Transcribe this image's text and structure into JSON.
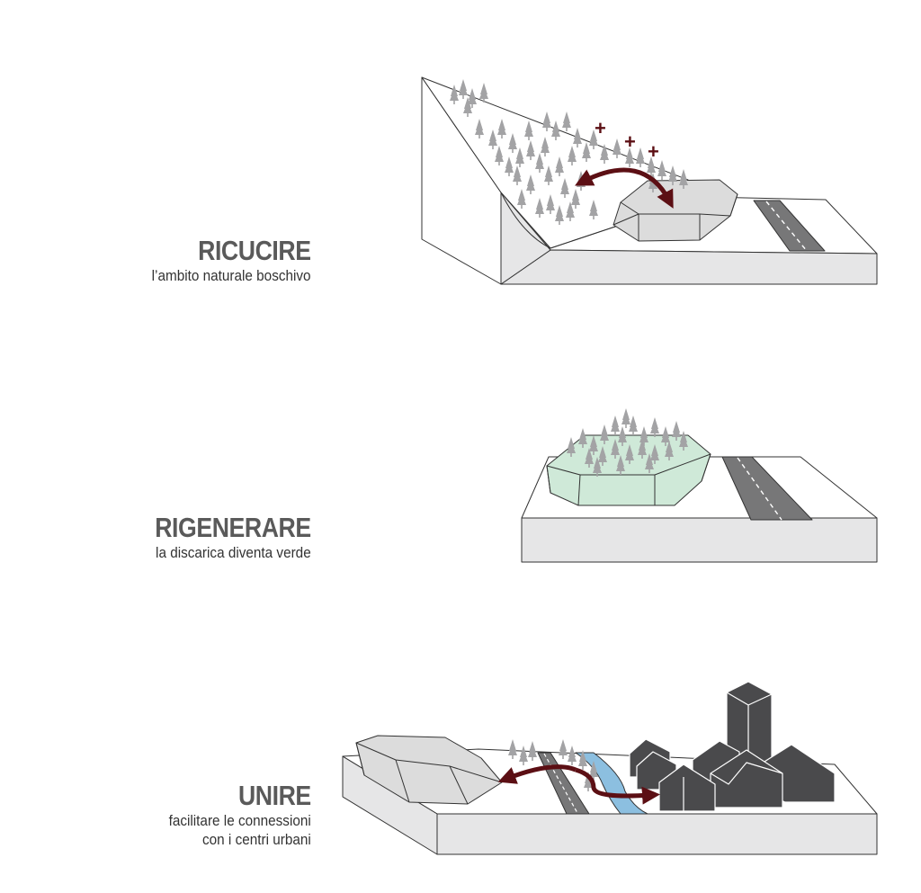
{
  "sections": [
    {
      "title": "RICUCIRE",
      "subtitle": [
        "l’ambito naturale boschivo"
      ]
    },
    {
      "title": "RIGENERARE",
      "subtitle": [
        "la discarica diventa verde"
      ]
    },
    {
      "title": "UNIRE",
      "subtitle": [
        "facilitare le connessioni",
        "con i centri urbani"
      ]
    }
  ],
  "symbols": {
    "plus": "+"
  },
  "colors": {
    "arrow": "#5c0f14",
    "tree": "#a3a3a5",
    "mound_grey": "#dcdcdc",
    "mound_green": "#cfe9d8",
    "road": "#777778",
    "river": "#8cbfe0",
    "buildings": "#4a4a4c",
    "block_side": "#e6e6e7"
  }
}
